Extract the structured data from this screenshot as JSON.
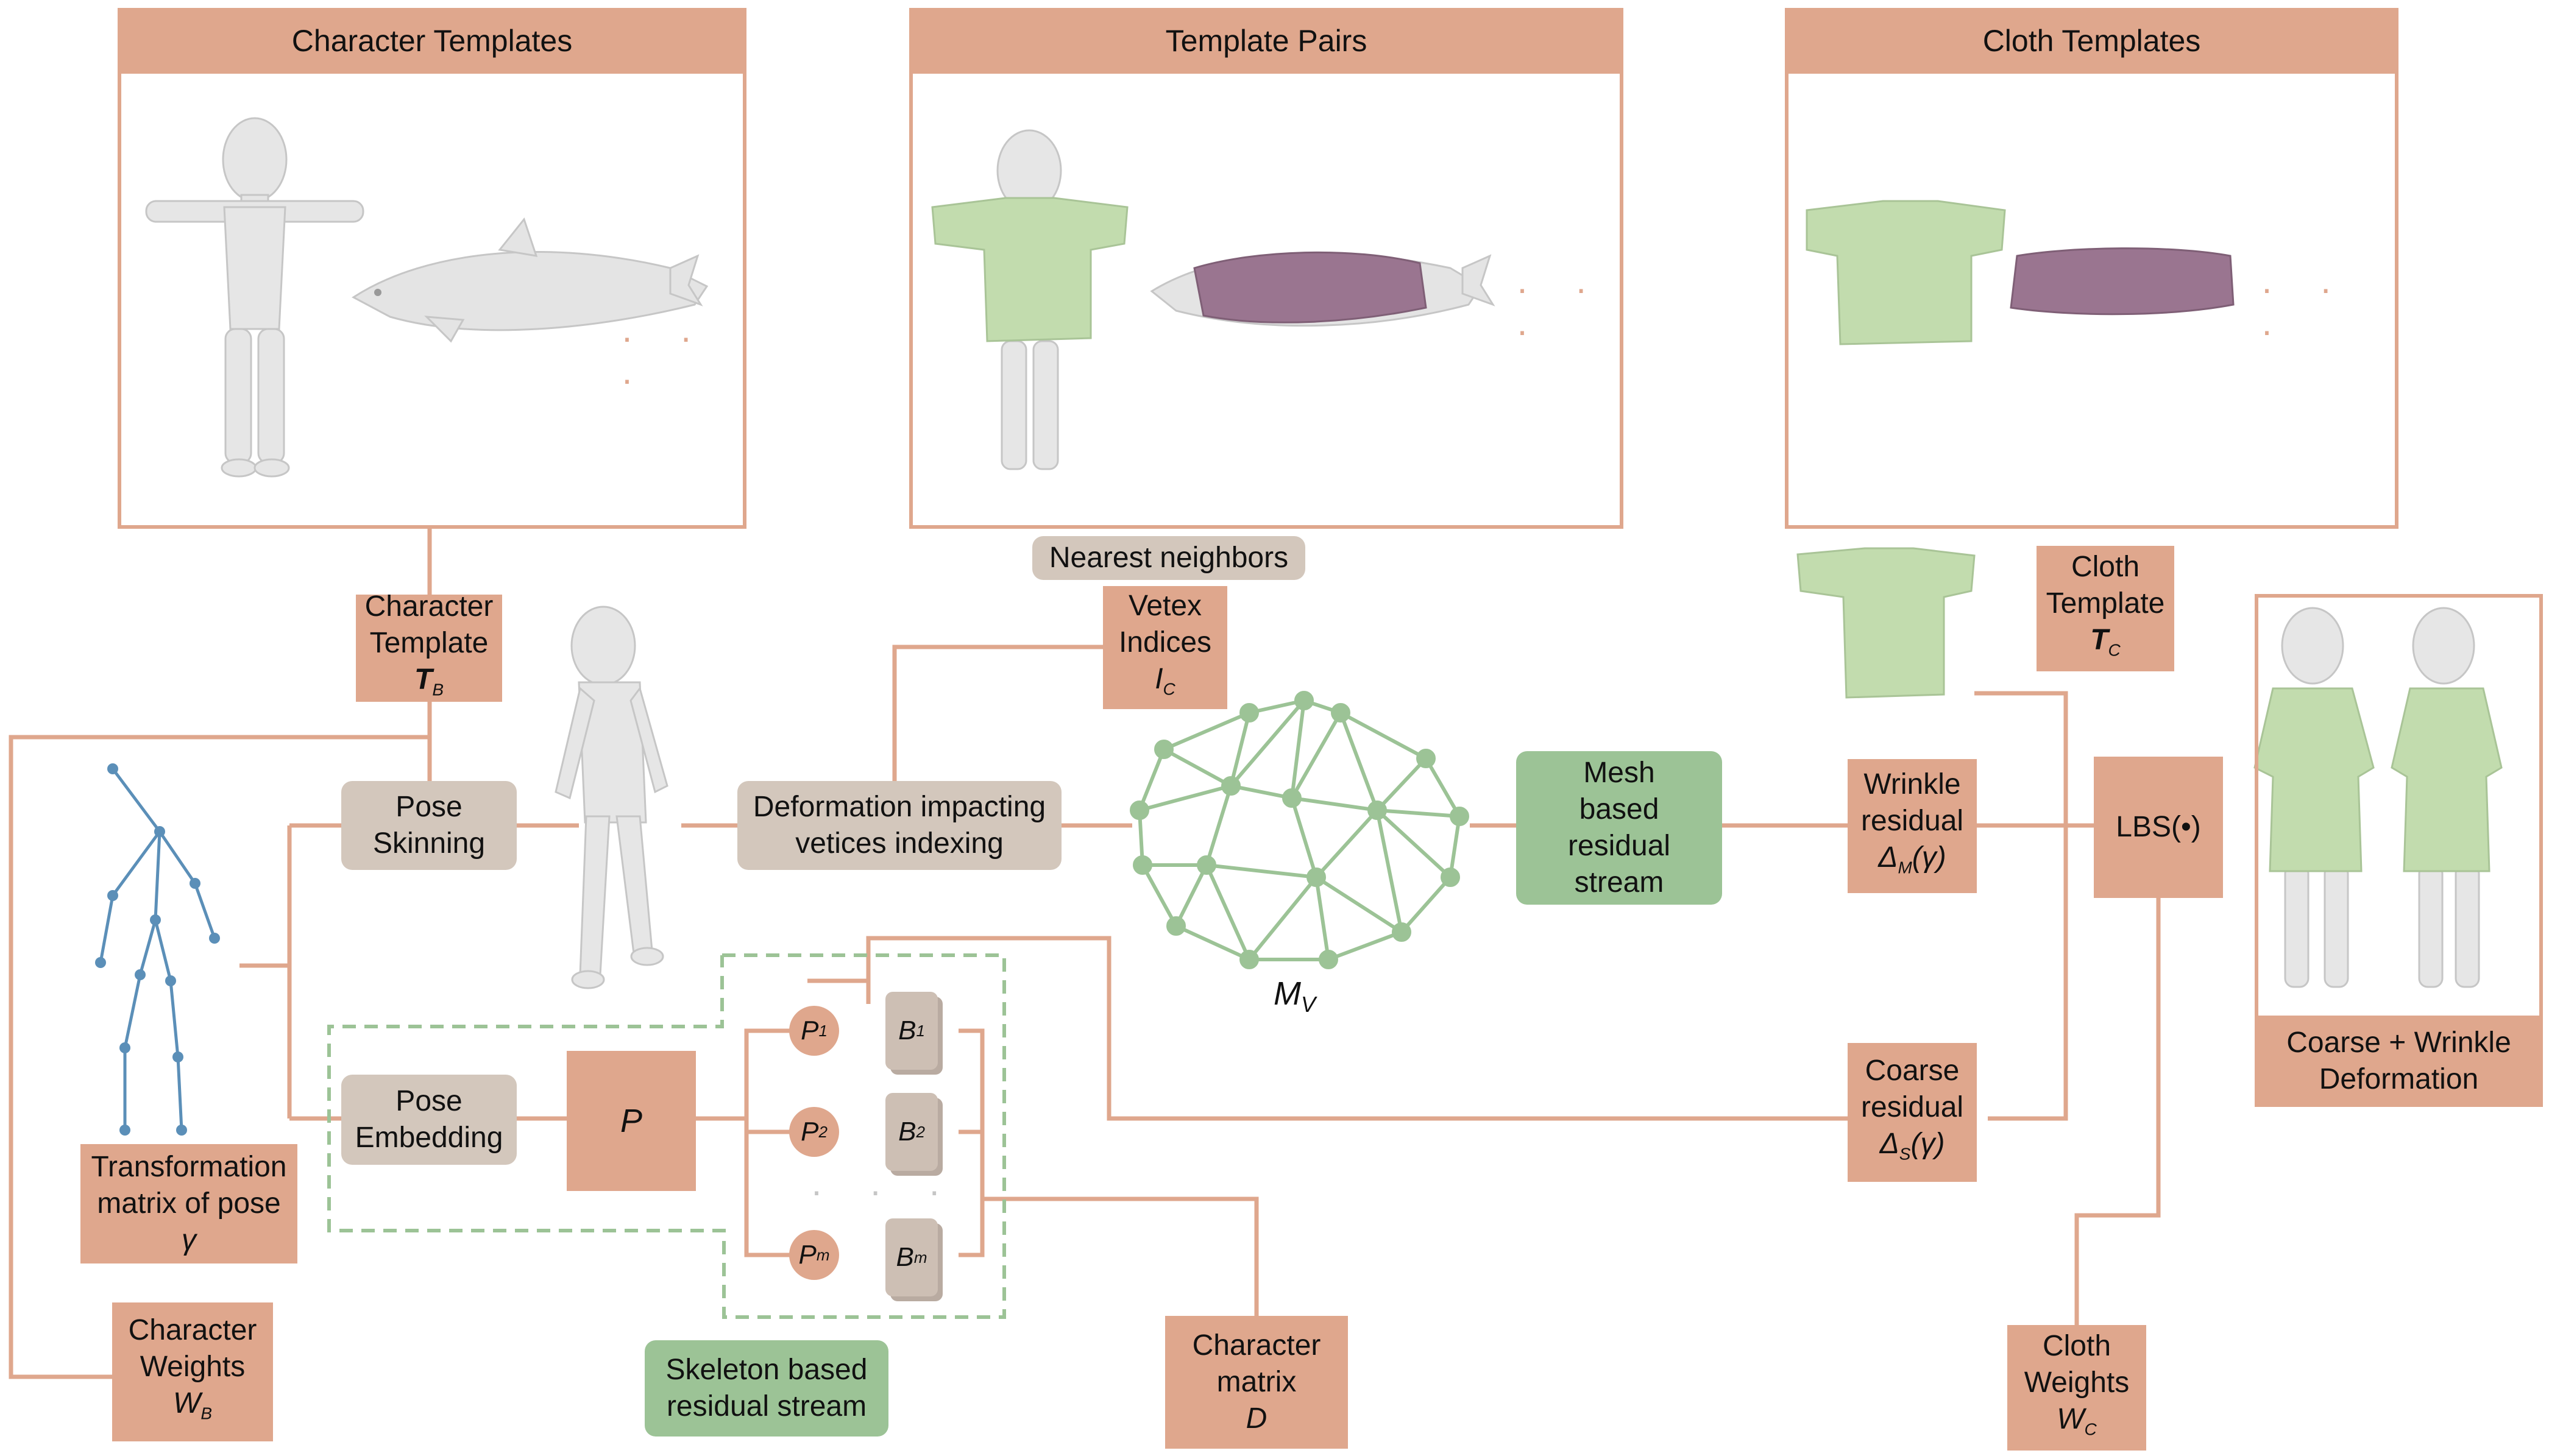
{
  "colors": {
    "salmon": "#dfa78d",
    "grey": "#d3c7bc",
    "green": "#9cc396",
    "shirt": "#c2dcae",
    "cloth_purple": "#9a7590",
    "skeleton": "#5b8fb8",
    "mesh": "#9cc396"
  },
  "panels": {
    "character_templates": "Character Templates",
    "template_pairs": "Template Pairs",
    "cloth_templates": "Cloth Templates"
  },
  "nearest_neighbors": "Nearest neighbors",
  "character_template": {
    "line1": "Character",
    "line2": "Template",
    "symbol": "T",
    "sub": "B"
  },
  "vertex_indices": {
    "line1": "Vetex",
    "line2": "Indices",
    "symbol": "I",
    "sub": "C"
  },
  "cloth_template": {
    "line1": "Cloth",
    "line2": "Template",
    "symbol": "T",
    "sub": "C"
  },
  "pose_skinning": {
    "line1": "Pose",
    "line2": "Skinning"
  },
  "deformation_indexing": {
    "line1": "Deformation impacting",
    "line2": "vetices indexing"
  },
  "mesh_stream": {
    "line1": "Mesh",
    "line2": "based",
    "line3": "residual",
    "line4": "stream"
  },
  "wrinkle_residual": {
    "line1": "Wrinkle",
    "line2": "residual",
    "formula": "Δ",
    "sub": "M",
    "arg": "(γ)"
  },
  "lbs": "LBS(•)",
  "coarse_wrinkle": {
    "line1": "Coarse + Wrinkle",
    "line2": "Deformation"
  },
  "mesh_label": {
    "symbol": "M",
    "sub": "V"
  },
  "transformation": {
    "line1": "Transformation",
    "line2": "matrix of pose",
    "symbol": "γ"
  },
  "pose_embedding": {
    "line1": "Pose",
    "line2": "Embedding"
  },
  "p_box": "P",
  "p_items": [
    {
      "symbol": "P",
      "sub": "1"
    },
    {
      "symbol": "P",
      "sub": "2"
    },
    {
      "symbol": "P",
      "sub": "m"
    }
  ],
  "b_items": [
    {
      "symbol": "B",
      "sub": "1"
    },
    {
      "symbol": "B",
      "sub": "2"
    },
    {
      "symbol": "B",
      "sub": "m"
    }
  ],
  "coarse_residual": {
    "line1": "Coarse",
    "line2": "residual",
    "formula": "Δ",
    "sub": "S",
    "arg": "(γ)"
  },
  "character_weights": {
    "line1": "Character",
    "line2": "Weights",
    "symbol": "W",
    "sub": "B"
  },
  "skeleton_stream": {
    "line1": "Skeleton based",
    "line2": "residual stream"
  },
  "character_matrix": {
    "line1": "Character",
    "line2": "matrix",
    "symbol": "D"
  },
  "cloth_weights": {
    "line1": "Cloth",
    "line2": "Weights",
    "symbol": "W",
    "sub": "C"
  },
  "ellipsis": "· · ·"
}
